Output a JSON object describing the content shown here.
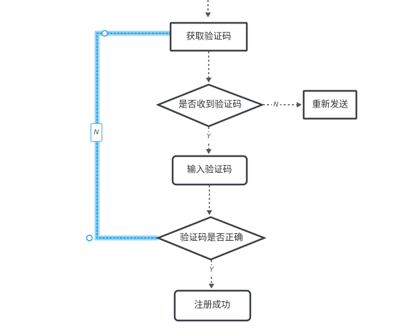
{
  "nodes": {
    "get_code": "获取验证码",
    "received_q": "是否收到验证码",
    "resend": "重新发送",
    "input_code": "输入验证码",
    "correct_q": "验证码是否正确",
    "success": "注册成功"
  },
  "edges": {
    "received_no": "N",
    "received_yes": "Y",
    "correct_yes": "Y",
    "loop_no": "N"
  },
  "colors": {
    "node_border": "#3a3f45",
    "connector": "#555555",
    "selected_loop": "#2aa3e6"
  }
}
